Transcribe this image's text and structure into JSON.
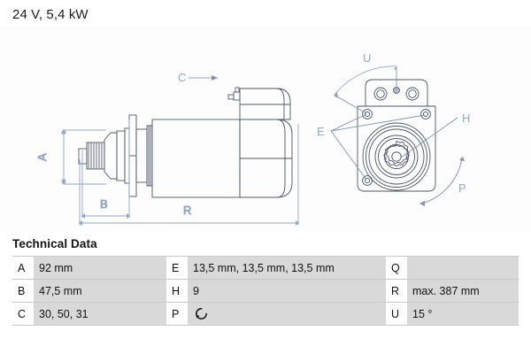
{
  "header": {
    "title": "24 V, 5,4 kW"
  },
  "drawing": {
    "side_view": {
      "labels": {
        "A": "A",
        "B": "B",
        "C": "C",
        "R": "R"
      }
    },
    "front_view": {
      "labels": {
        "U": "U",
        "E": "E",
        "H": "H",
        "P": "P"
      }
    }
  },
  "tech_data": {
    "heading": "Technical Data",
    "rows": [
      {
        "key1": "A",
        "val1": "92 mm",
        "key2": "E",
        "val2": "13,5 mm, 13,5 mm, 13,5 mm",
        "key3": "Q",
        "val3": ""
      },
      {
        "key1": "B",
        "val1": "47,5 mm",
        "key2": "H",
        "val2": "9",
        "key3": "R",
        "val3": "max. 387 mm"
      },
      {
        "key1": "C",
        "val1": "30, 50, 31",
        "key2": "P",
        "val2": "",
        "key3": "U",
        "val3": "15 °"
      }
    ],
    "p_symbol_name": "counterclockwise-rotation-icon"
  },
  "colors": {
    "drawing_line": "#4a5568",
    "dimension_line": "#8fa8cc",
    "table_value_bg": "#d9d9d9",
    "table_border": "#c9c9c9"
  }
}
